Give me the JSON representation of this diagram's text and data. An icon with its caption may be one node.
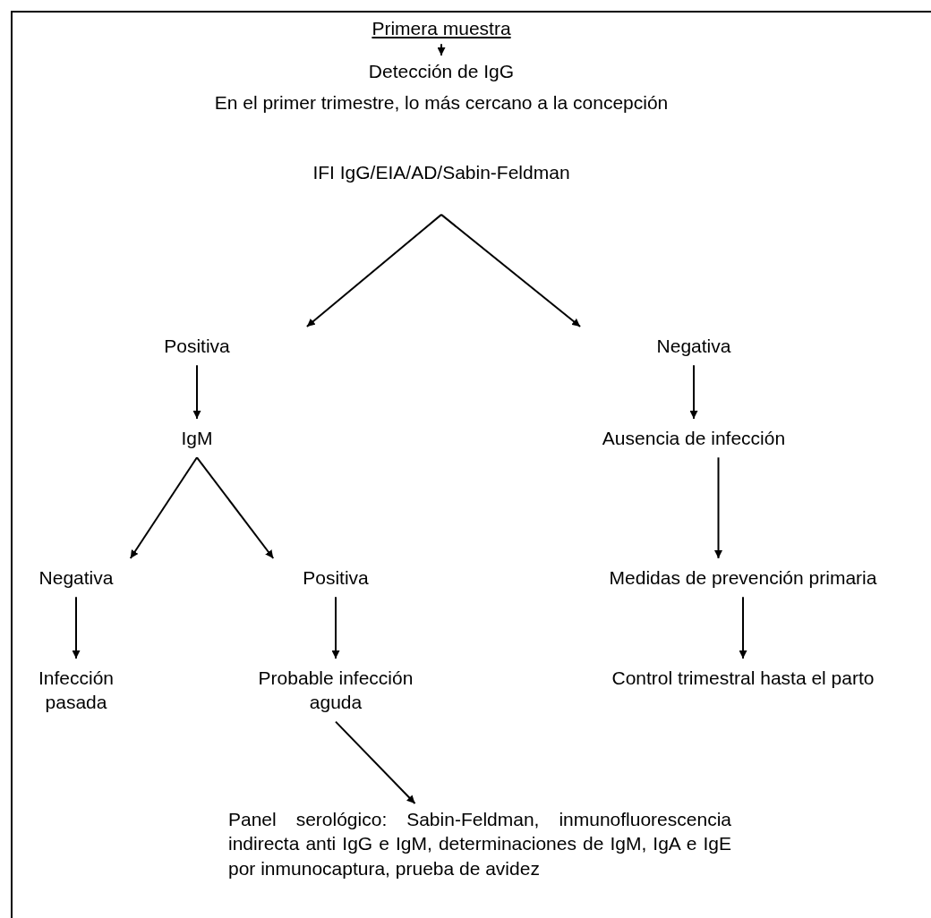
{
  "diagram": {
    "nodes": [
      {
        "text": [
          "Primera muestra"
        ]
      },
      {
        "text": [
          "Detección de IgG",
          "En el primer trimestre, lo más cercano a la concepción",
          "IFI IgG/EIA/AD/Sabin-Feldman"
        ]
      },
      {
        "text": [
          "Positiva"
        ]
      },
      {
        "text": [
          "Negativa"
        ]
      },
      {
        "text": [
          "IgM"
        ]
      },
      {
        "text": [
          "Ausencia de infección"
        ]
      },
      {
        "text": [
          "Negativa"
        ]
      },
      {
        "text": [
          "Positiva"
        ]
      },
      {
        "text": [
          "Medidas de prevención primaria"
        ]
      },
      {
        "text": [
          "Infección pasada"
        ]
      },
      {
        "text": [
          "Probable infección aguda"
        ]
      },
      {
        "text": [
          "Control trimestral hasta el parto"
        ]
      },
      {
        "text": [
          "Panel serológico: Sabin-Feldman, inmunofluorescencia indirecta anti IgG e IgM, determinaciones de IgM, IgA e IgE por inmunocaptura, prueba de avidez"
        ]
      }
    ],
    "edges": [
      {
        "from": 0,
        "to": 1,
        "arrow": "to"
      },
      {
        "from": 1,
        "to": 2,
        "arrow": "to"
      },
      {
        "from": 1,
        "to": 3,
        "arrow": "to"
      },
      {
        "from": 2,
        "to": 4,
        "arrow": "to"
      },
      {
        "from": 3,
        "to": 5,
        "arrow": "to"
      },
      {
        "from": 4,
        "to": 6,
        "arrow": "to"
      },
      {
        "from": 4,
        "to": 7,
        "arrow": "to"
      },
      {
        "from": 5,
        "to": 8,
        "arrow": "to"
      },
      {
        "from": 6,
        "to": 9,
        "arrow": "to"
      },
      {
        "from": 7,
        "to": 10,
        "arrow": "to"
      },
      {
        "from": 8,
        "to": 11,
        "arrow": "to"
      },
      {
        "from": 10,
        "to": 12,
        "arrow": "to"
      }
    ]
  }
}
